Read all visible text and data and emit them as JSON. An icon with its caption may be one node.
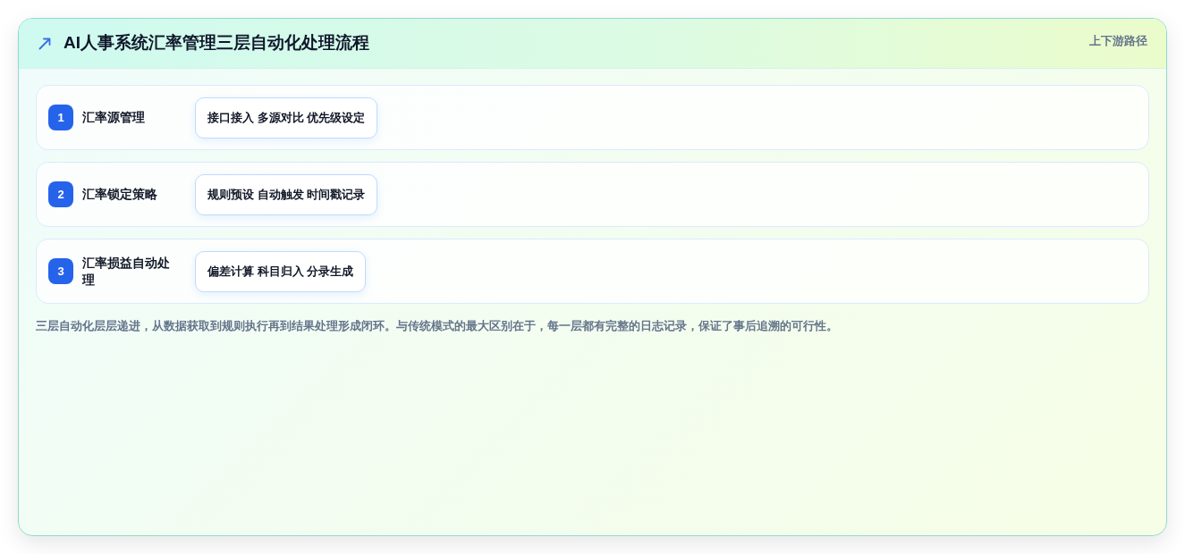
{
  "diagram": {
    "title": "AI人事系统汇率管理三层自动化处理流程",
    "nodes": [
      {
        "text": [
          "汇率源管理"
        ]
      },
      {
        "text": [
          "1"
        ],
        "in": 0
      },
      {
        "text": [
          "接口接入 多源对比 优先级设定"
        ],
        "in": 0
      },
      {
        "text": [
          "汇率锁定策略"
        ]
      },
      {
        "text": [
          "2"
        ],
        "in": 3
      },
      {
        "text": [
          "规则预设 自动触发 时间戳记录"
        ],
        "in": 3
      },
      {
        "text": [
          "汇率损益自动处理"
        ]
      },
      {
        "text": [
          "3"
        ],
        "in": 6
      },
      {
        "text": [
          "偏差计算 科目归入 分录生成"
        ],
        "in": 6
      }
    ],
    "labels": [
      "上下游路径"
    ],
    "caption": "三层自动化层层递进，从数据获取到规则执行再到结果处理形成闭环。与传统模式的最大区别在于，每一层都有完整的日志记录，保证了事后追溯的可行性。"
  }
}
